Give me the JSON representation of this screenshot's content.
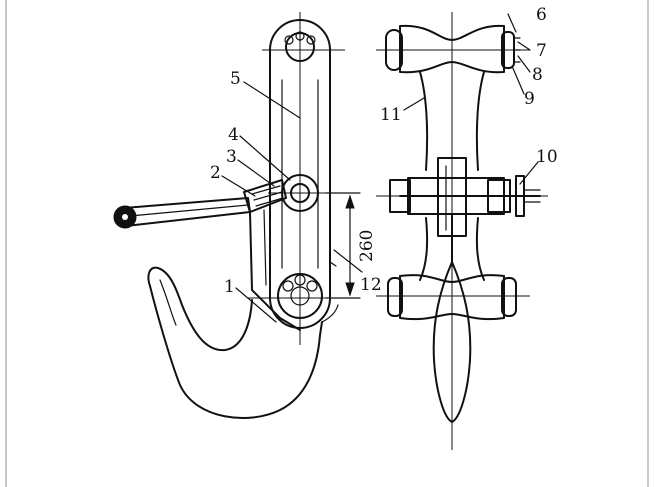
{
  "callouts": {
    "c1": "1",
    "c2": "2",
    "c3": "3",
    "c4": "4",
    "c5": "5",
    "c6": "6",
    "c7": "7",
    "c8": "8",
    "c9": "9",
    "c10": "10",
    "c11": "11",
    "c12": "12"
  },
  "dimensions": {
    "pin_spacing": "260"
  }
}
